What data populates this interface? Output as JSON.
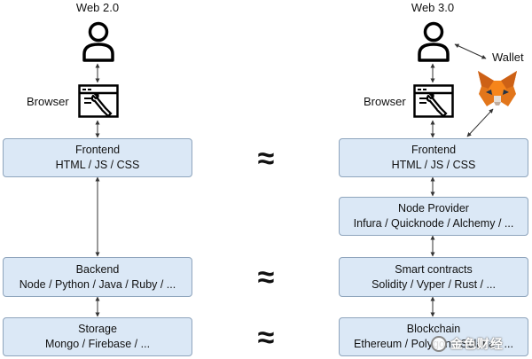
{
  "web2": {
    "title": "Web 2.0",
    "browser_label": "Browser",
    "frontend": {
      "title": "Frontend",
      "detail": "HTML / JS / CSS"
    },
    "backend": {
      "title": "Backend",
      "detail": "Node / Python / Java / Ruby / ..."
    },
    "storage": {
      "title": "Storage",
      "detail": "Mongo / Firebase / ..."
    }
  },
  "web3": {
    "title": "Web 3.0",
    "browser_label": "Browser",
    "wallet_label": "Wallet",
    "frontend": {
      "title": "Frontend",
      "detail": "HTML / JS / CSS"
    },
    "node_provider": {
      "title": "Node Provider",
      "detail": "Infura / Quicknode / Alchemy / ..."
    },
    "smart_contracts": {
      "title": "Smart contracts",
      "detail": "Solidity / Vyper / Rust / ..."
    },
    "blockchain": {
      "title": "Blockchain",
      "detail": "Ethereum / Polygon / Solana / ..."
    }
  },
  "approx_symbol": "≈",
  "watermark": "金色财经",
  "colors": {
    "box_fill": "#dbe8f6",
    "box_border": "#8fa5bd",
    "arrow": "#333333"
  }
}
